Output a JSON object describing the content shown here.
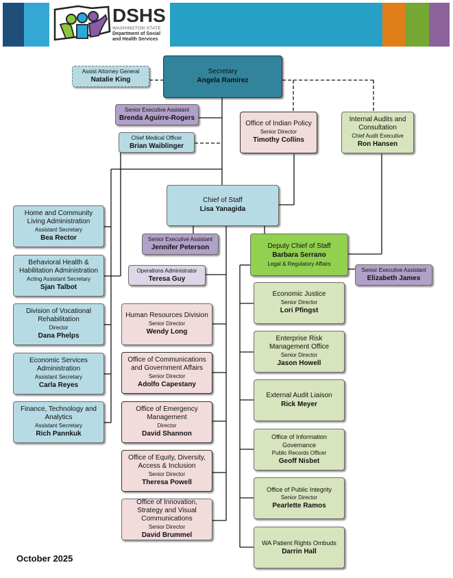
{
  "header": {
    "logo_title": "DSHS",
    "logo_state": "WASHINGTON STATE",
    "logo_dept_line1": "Department of Social",
    "logo_dept_line2": "and Health Services",
    "band_colors": [
      "#1f4e79",
      "#35a7d4",
      "#27a0c5",
      "#e07e1a",
      "#74a833",
      "#8b6299"
    ]
  },
  "org": {
    "secretary": {
      "title": "Secretary",
      "name": "Angela Ramirez"
    },
    "attorney_general": {
      "role": "Assist Attorney General",
      "name": "Natalie King"
    },
    "senior_exec_asst_1": {
      "role": "Senior Executive Assistant",
      "name": "Brenda Aguirre-Rogers"
    },
    "chief_medical_officer": {
      "role": "Chief Medical Officer",
      "name": "Brian Waiblinger"
    },
    "indian_policy": {
      "unit": "Office of Indian Policy",
      "role": "Senior Director",
      "name": "Timothy Collins"
    },
    "internal_audits": {
      "unit": "Internal Audits and Consultation",
      "role": "Chief Audit Executive",
      "name": "Ron Hansen"
    },
    "chief_of_staff": {
      "title": "Chief of Staff",
      "name": "Lisa Yanagida"
    },
    "senior_exec_asst_2": {
      "role": "Senior Executive Assistant",
      "name": "Jennifer Peterson"
    },
    "deputy_chief_of_staff": {
      "title": "Deputy Chief of Staff",
      "name": "Barbara Serrano",
      "note": "Legal & Regulatory Affairs"
    },
    "senior_exec_asst_3": {
      "role": "Senior Executive Assistant",
      "name": "Elizabeth James"
    },
    "operations_admin": {
      "role": "Operations Administrator",
      "name": "Teresa Guy"
    },
    "administrations": [
      {
        "unit": "Home and Community Living Administration",
        "role": "Assistant Secretary",
        "name": "Bea Rector"
      },
      {
        "unit": "Behavioral Health & Habilitation Administration",
        "role": "Acting Assistant Secretary",
        "name": "Sjan Talbot"
      },
      {
        "unit": "Division of Vocational Rehabilitation",
        "role": "Director",
        "name": "Dana Phelps"
      },
      {
        "unit": "Economic Services Administration",
        "role": "Assistant Secretary",
        "name": "Carla Reyes"
      },
      {
        "unit": "Finance, Technology and Analytics",
        "role": "Assistant Secretary",
        "name": "Rich Pannkuk"
      }
    ],
    "offices": [
      {
        "unit": "Human Resources Division",
        "role": "Senior Director",
        "name": "Wendy Long"
      },
      {
        "unit": "Office of Communications and Government Affairs",
        "role": "Senior Director",
        "name": "Adolfo Capestany"
      },
      {
        "unit": "Office of Emergency Management",
        "role": "Director",
        "name": "David Shannon"
      },
      {
        "unit": "Office of Equity, Diversity, Access & Inclusion",
        "role": "Senior Director",
        "name": "Theresa Powell"
      },
      {
        "unit": "Office of Innovation, Strategy and Visual Communications",
        "role": "Senior Director",
        "name": "David Brummel"
      }
    ],
    "deputy_units": [
      {
        "unit": "Economic Justice",
        "role": "Senior Director",
        "name": "Lori Pfingst"
      },
      {
        "unit": "Enterprise Risk Management Office",
        "role": "Senior Director",
        "name": "Jason Howell"
      },
      {
        "unit": "External Audit Liaison",
        "role": "",
        "name": "Rick Meyer"
      },
      {
        "unit": "Office of Information Governance",
        "role": "Public Records Officer",
        "name": "Geoff Nisbet"
      },
      {
        "unit": "Office of Public Integrity",
        "role": "Senior Director",
        "name": "Pearlette Ramos"
      },
      {
        "unit": "WA Patient Rights Ombuds",
        "role": "",
        "name": "Darrin Hall"
      }
    ]
  },
  "footer": {
    "date": "October 2025"
  }
}
